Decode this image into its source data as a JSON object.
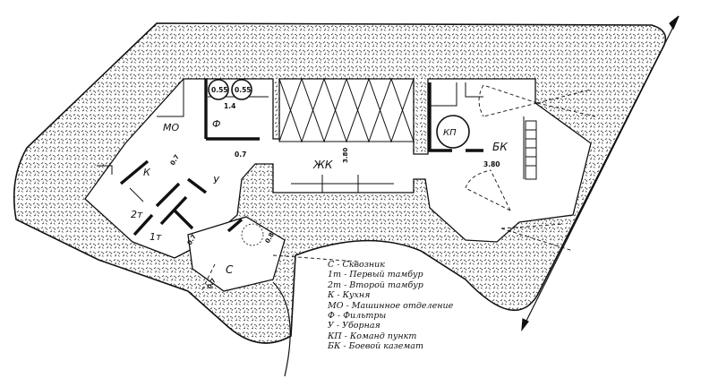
{
  "rooms": {
    "mo": "МО",
    "f": "Ф",
    "k": "К",
    "u": "У",
    "t1": "1т",
    "t2": "2т",
    "s": "С",
    "zhk": "ЖК",
    "kp": "КП",
    "bk": "БК"
  },
  "dimensions": {
    "filter_a": "0.55",
    "filter_b": "0.55",
    "w_14": "1.4",
    "w_07a": "0.7",
    "w_07b": "0.7",
    "w_07c": "0.7",
    "w_08": "0.8",
    "w_07d": "0.7",
    "w_380a": "3.80",
    "w_380b": "3.80"
  },
  "legend": [
    "С - Сквозник",
    "1т - Первый тамбур",
    "2т - Второй тамбур",
    "К - Кухня",
    "МО - Машинное отделение",
    "Ф - Фильтры",
    "У - Уборная",
    "КП - Команд пункт",
    "БК - Боевой каземат"
  ]
}
